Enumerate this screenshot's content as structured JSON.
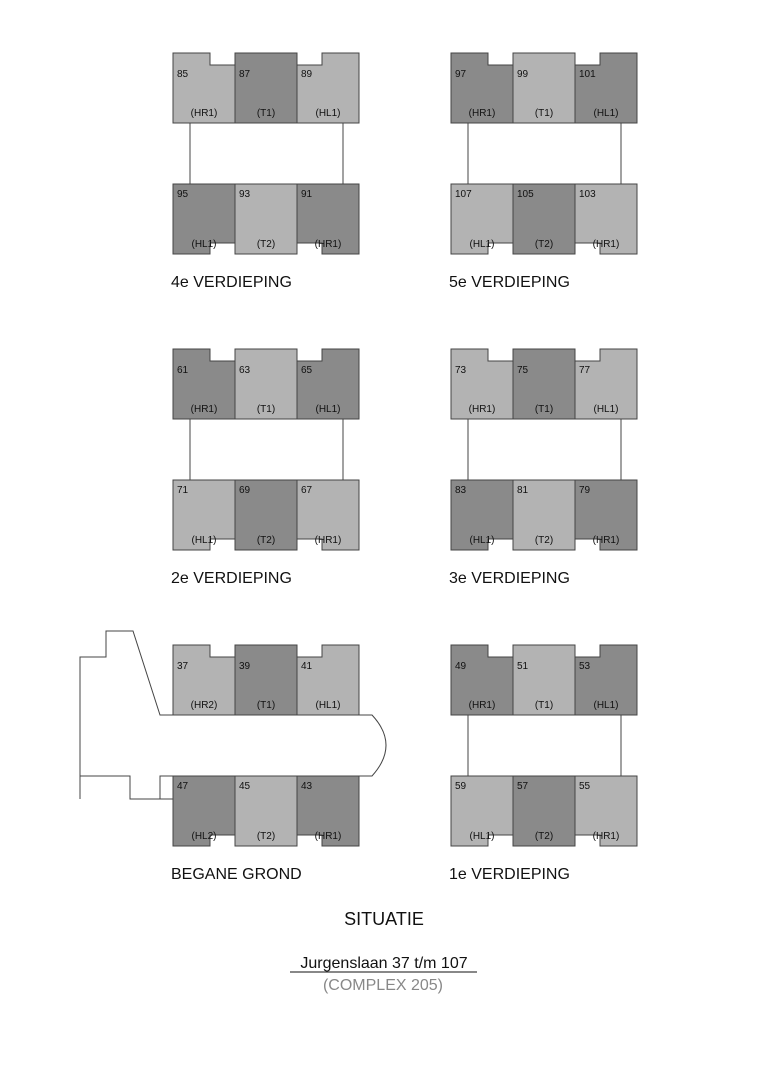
{
  "colors": {
    "light": "#b3b3b3",
    "dark": "#8a8a8a",
    "stroke": "#444444",
    "subtitle": "#888888"
  },
  "page": {
    "title": "SITUATIE",
    "address": "Jurgenslaan 37 t/m 107",
    "complex": "(COMPLEX 205)"
  },
  "floors": [
    {
      "label": "4e VERDIEPING",
      "top": [
        {
          "number": "85",
          "type": "(HR1)",
          "shade": "light"
        },
        {
          "number": "87",
          "type": "(T1)",
          "shade": "dark"
        },
        {
          "number": "89",
          "type": "(HL1)",
          "shade": "light"
        }
      ],
      "bottom": [
        {
          "number": "95",
          "type": "(HL1)",
          "shade": "dark"
        },
        {
          "number": "93",
          "type": "(T2)",
          "shade": "light"
        },
        {
          "number": "91",
          "type": "(HR1)",
          "shade": "dark"
        }
      ]
    },
    {
      "label": "5e VERDIEPING",
      "top": [
        {
          "number": "97",
          "type": "(HR1)",
          "shade": "dark"
        },
        {
          "number": "99",
          "type": "(T1)",
          "shade": "light"
        },
        {
          "number": "101",
          "type": "(HL1)",
          "shade": "dark"
        }
      ],
      "bottom": [
        {
          "number": "107",
          "type": "(HL1)",
          "shade": "light"
        },
        {
          "number": "105",
          "type": "(T2)",
          "shade": "dark"
        },
        {
          "number": "103",
          "type": "(HR1)",
          "shade": "light"
        }
      ]
    },
    {
      "label": "2e VERDIEPING",
      "top": [
        {
          "number": "61",
          "type": "(HR1)",
          "shade": "dark"
        },
        {
          "number": "63",
          "type": "(T1)",
          "shade": "light"
        },
        {
          "number": "65",
          "type": "(HL1)",
          "shade": "dark"
        }
      ],
      "bottom": [
        {
          "number": "71",
          "type": "(HL1)",
          "shade": "light"
        },
        {
          "number": "69",
          "type": "(T2)",
          "shade": "dark"
        },
        {
          "number": "67",
          "type": "(HR1)",
          "shade": "light"
        }
      ]
    },
    {
      "label": "3e VERDIEPING",
      "top": [
        {
          "number": "73",
          "type": "(HR1)",
          "shade": "light"
        },
        {
          "number": "75",
          "type": "(T1)",
          "shade": "dark"
        },
        {
          "number": "77",
          "type": "(HL1)",
          "shade": "light"
        }
      ],
      "bottom": [
        {
          "number": "83",
          "type": "(HL1)",
          "shade": "dark"
        },
        {
          "number": "81",
          "type": "(T2)",
          "shade": "light"
        },
        {
          "number": "79",
          "type": "(HR1)",
          "shade": "dark"
        }
      ]
    },
    {
      "label": "BEGANE GROND",
      "ground": true,
      "top": [
        {
          "number": "37",
          "type": "(HR2)",
          "shade": "light"
        },
        {
          "number": "39",
          "type": "(T1)",
          "shade": "dark"
        },
        {
          "number": "41",
          "type": "(HL1)",
          "shade": "light"
        }
      ],
      "bottom": [
        {
          "number": "47",
          "type": "(HL2)",
          "shade": "dark"
        },
        {
          "number": "45",
          "type": "(T2)",
          "shade": "light"
        },
        {
          "number": "43",
          "type": "(HR1)",
          "shade": "dark"
        }
      ]
    },
    {
      "label": "1e VERDIEPING",
      "top": [
        {
          "number": "49",
          "type": "(HR1)",
          "shade": "dark"
        },
        {
          "number": "51",
          "type": "(T1)",
          "shade": "light"
        },
        {
          "number": "53",
          "type": "(HL1)",
          "shade": "dark"
        }
      ],
      "bottom": [
        {
          "number": "59",
          "type": "(HL1)",
          "shade": "light"
        },
        {
          "number": "57",
          "type": "(T2)",
          "shade": "dark"
        },
        {
          "number": "55",
          "type": "(HR1)",
          "shade": "light"
        }
      ]
    }
  ]
}
